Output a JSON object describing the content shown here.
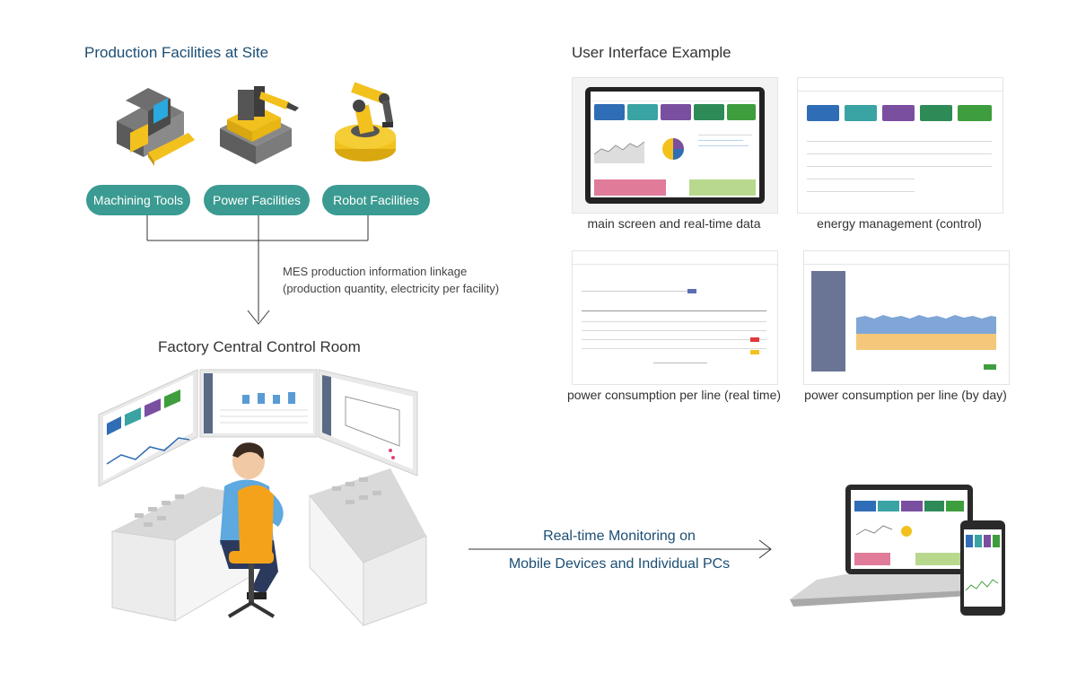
{
  "left_section": {
    "title": "Production Facilities at Site",
    "facilities": [
      "Machining Tools",
      "Power Facilities",
      "Robot Facilities"
    ],
    "linkage_note_line1": "MES production information linkage",
    "linkage_note_line2": "(production quantity, electricity per facility)",
    "control_room_title": "Factory Central Control Room"
  },
  "right_section": {
    "title": "User Interface Example",
    "captions": [
      "main screen and real-time data",
      "energy management (control)",
      "power consumption per line (real time)",
      "power consumption per line (by day)"
    ]
  },
  "monitoring": {
    "line1": "Real-time Monitoring on",
    "line2": "Mobile Devices and Individual PCs"
  },
  "colors": {
    "title_blue": "#1c4e74",
    "pill_teal": "#3b9b92",
    "machine_yellow": "#f2c11d",
    "chair_orange": "#f5a21b",
    "card_colors": [
      "#2f6db6",
      "#3aa3a3",
      "#7a4fa0",
      "#2e8b57",
      "#3e9e3e"
    ]
  },
  "icons": [
    "machining-tool-icon",
    "power-facility-icon",
    "robot-arm-icon",
    "operator-icon",
    "laptop-icon",
    "smartphone-icon"
  ]
}
